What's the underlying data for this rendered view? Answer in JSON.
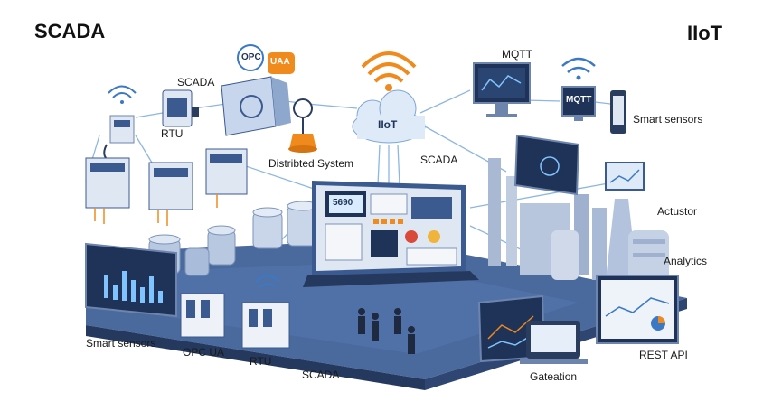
{
  "headings": {
    "left": "SCADA",
    "right": "IIoT"
  },
  "labels": {
    "scada_top": "SCADA",
    "rtu_top": "RTU",
    "distributed": "Distribted System",
    "scada_mid": "SCADA",
    "mqtt_top": "MQTT",
    "smart_sensors_right": "Smart sensors",
    "actuator": "Actustor",
    "analytics": "Analytics",
    "rest_api": "REST API",
    "gateation": "Gateation",
    "scada_bottom": "SCADA",
    "rtu_bottom": "RTU",
    "opc_ua_bottom": "OPC UA",
    "smart_sensors_left": "Smart sensors"
  },
  "badges": {
    "opc": "OPC",
    "uaa": "UAA",
    "cloud": "IIoT",
    "mqtt_screen": "MQTT",
    "panel_display": "5690"
  },
  "colors": {
    "platform": "#3d5a8c",
    "platform_dark": "#25395e",
    "accent_orange": "#f08a1c",
    "line_blue": "#6fa8dc",
    "device_light": "#dfe7f3"
  }
}
